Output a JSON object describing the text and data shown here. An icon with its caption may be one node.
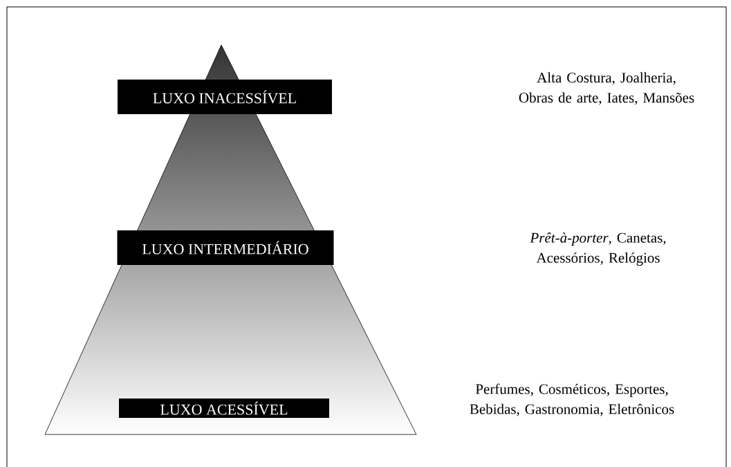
{
  "diagram": {
    "nodes": [
      {
        "text": [
          "LUXO INACESSÍVEL"
        ]
      },
      {
        "text": [
          "LUXO INTERMEDIÁRIO"
        ]
      },
      {
        "text": [
          "LUXO ACESSÍVEL"
        ]
      }
    ],
    "labels": [
      "Alta Costura, Joalheria, Obras de arte, Iates, Mansões",
      "*Prêt-à-porter*, Canetas, Acessórios, Relógios",
      "Perfumes, Cosméticos, Esportes, Bebidas, Gastronomia, Eletrônicos"
    ]
  }
}
